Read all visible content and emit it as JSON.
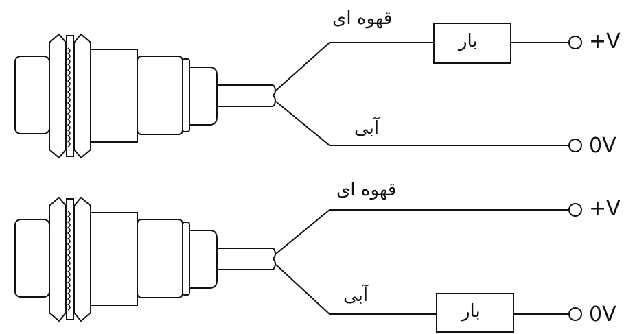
{
  "diagrams": [
    {
      "wire_top_label": "قهوه ای",
      "wire_bottom_label": "آبی",
      "load_label": "بار",
      "load_position": "top",
      "terminal_top": "+V",
      "terminal_bottom": "0V"
    },
    {
      "wire_top_label": "قهوه ای",
      "wire_bottom_label": "آبی",
      "load_label": "بار",
      "load_position": "bottom",
      "terminal_top": "+V",
      "terminal_bottom": "0V"
    }
  ],
  "colors": {
    "line": "#111111",
    "background": "#ffffff"
  },
  "icons": [
    "proximity-sensor-icon",
    "terminal-circle-icon"
  ]
}
